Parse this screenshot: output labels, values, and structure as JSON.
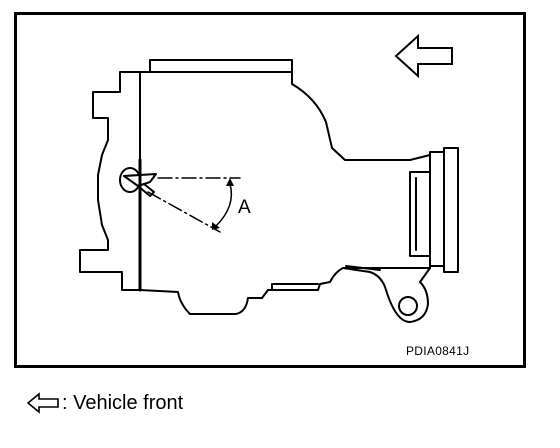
{
  "figure": {
    "figure_id": "PDIA0841J",
    "callout_label": "A",
    "direction_arrow": "left-outline-arrow-icon"
  },
  "legend": {
    "icon": "left-outline-arrow-icon",
    "text": ": Vehicle front"
  },
  "colors": {
    "line": "#000000",
    "background": "#ffffff"
  }
}
